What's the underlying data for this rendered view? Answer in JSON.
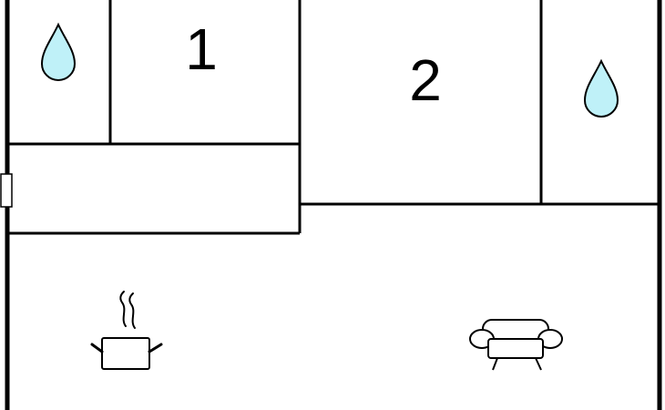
{
  "rooms": [
    {
      "kind": "bedroom",
      "number": "1"
    },
    {
      "kind": "bedroom",
      "number": "2"
    },
    {
      "kind": "bathroom",
      "icon": "water-drop-icon"
    },
    {
      "kind": "bathroom",
      "icon": "water-drop-icon"
    },
    {
      "kind": "hallway"
    },
    {
      "kind": "kitchen",
      "icon": "cooking-pot-icon"
    },
    {
      "kind": "living-room",
      "icon": "sofa-icon"
    }
  ],
  "colors": {
    "wall": "#000000",
    "water_drop_fill": "#bff1f8",
    "background": "#ffffff"
  }
}
